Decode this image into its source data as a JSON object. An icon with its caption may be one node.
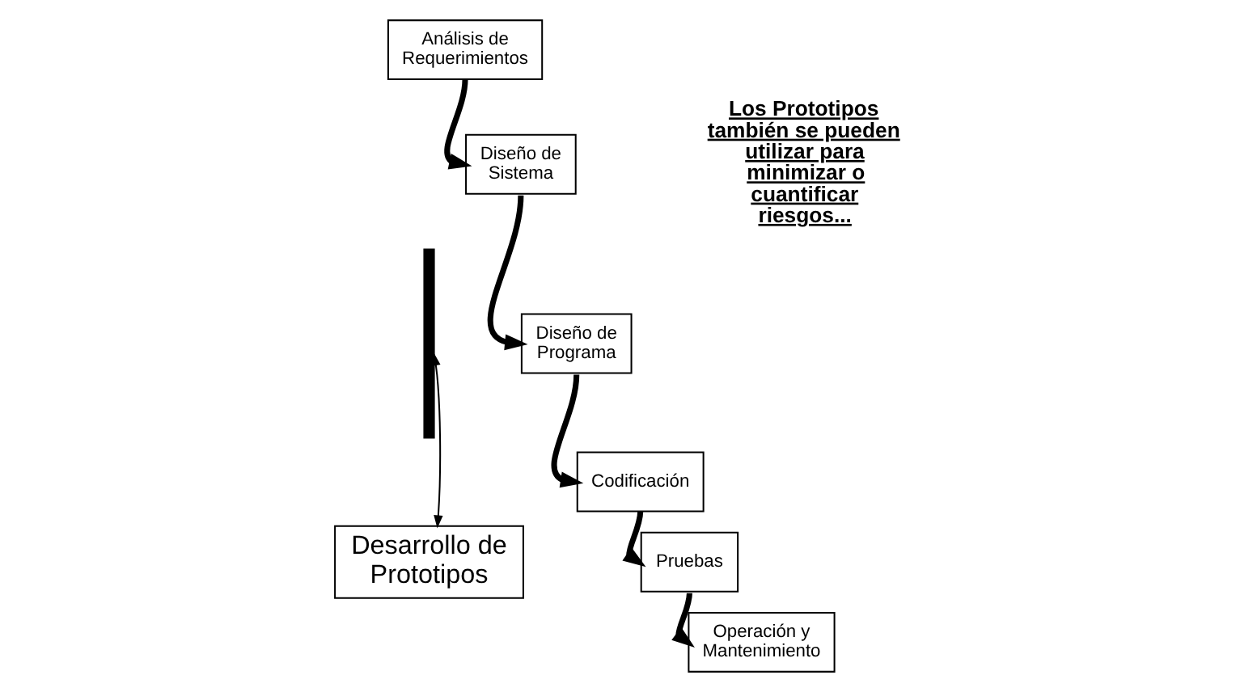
{
  "diagram": {
    "nodes": [
      {
        "text": [
          "Análisis de Requerimientos"
        ]
      },
      {
        "text": [
          "Diseño de Sistema"
        ]
      },
      {
        "text": [
          "Diseño de Programa"
        ]
      },
      {
        "text": [
          "Codificación"
        ]
      },
      {
        "text": [
          "Pruebas"
        ]
      },
      {
        "text": [
          "Operación y Mantenimiento"
        ]
      },
      {
        "text": [
          "Desarrollo de Prototipos"
        ]
      },
      {
        "text": [],
        "shape": "bar"
      }
    ],
    "edges": [
      {
        "from": 0,
        "to": 1,
        "arrow": "to"
      },
      {
        "from": 1,
        "to": 2,
        "arrow": "to"
      },
      {
        "from": 2,
        "to": 3,
        "arrow": "to"
      },
      {
        "from": 3,
        "to": 4,
        "arrow": "to"
      },
      {
        "from": 4,
        "to": 5,
        "arrow": "to"
      },
      {
        "from": 6,
        "to": 7,
        "arrow": "both"
      }
    ],
    "labels": [
      "Los Prototipos también se pueden utilizar para minimizar o cuantificar riesgos..."
    ]
  }
}
